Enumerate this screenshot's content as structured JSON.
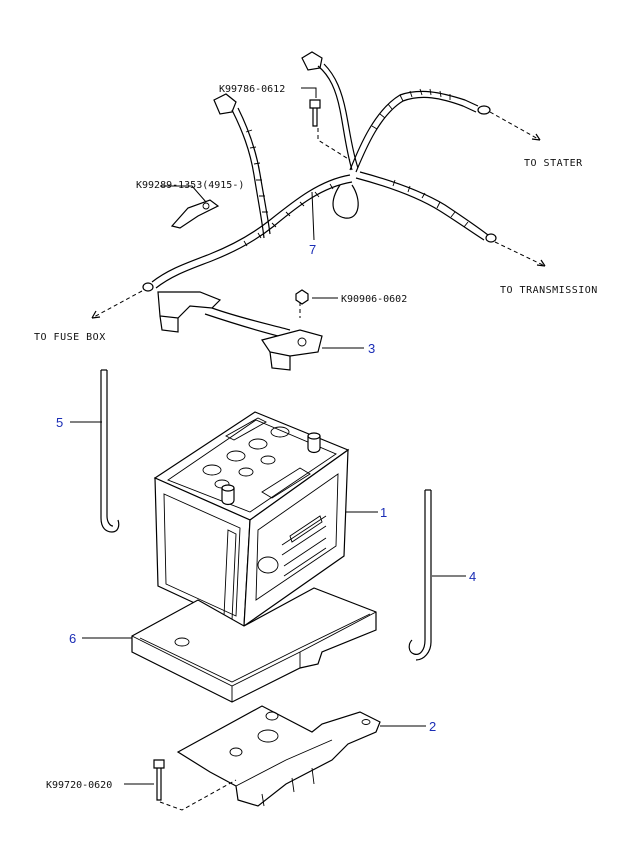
{
  "part_numbers": {
    "bolt_top": "K99786-0612",
    "clip": "K99289-1353(4915-)",
    "nut": "K90906-0602",
    "bolt_bottom": "K99720-0620"
  },
  "destinations": {
    "starter": "TO STATER",
    "transmission": "TO TRANSMISSION",
    "fuse_box": "TO FUSE BOX"
  },
  "callouts": {
    "battery": "1",
    "bracket": "2",
    "clamp": "3",
    "rod_right": "4",
    "rod_left": "5",
    "tray": "6",
    "cable": "7"
  },
  "colors": {
    "callout": "#1a2db5",
    "linework": "#000000"
  }
}
